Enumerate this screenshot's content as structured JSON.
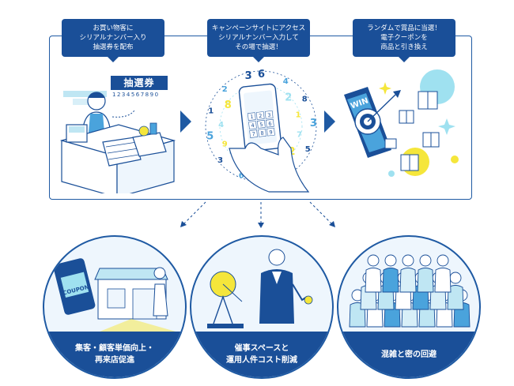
{
  "steps": [
    {
      "lines": [
        "お買い物客に",
        "シリアルナンバー入り",
        "抽選券を配布"
      ]
    },
    {
      "lines": [
        "キャンペーンサイトにアクセス",
        "シリアルナンバー入力して",
        "その場で抽選！"
      ]
    },
    {
      "lines": [
        "ランダムで賞品に当選！",
        "電子クーポンを",
        "商品と引き換え"
      ]
    }
  ],
  "ticket": {
    "title": "抽選券",
    "serial": "1234567890"
  },
  "phone_digits": [
    "1",
    "2",
    "3",
    "4",
    "5",
    "6",
    "7",
    "8",
    "9"
  ],
  "floating_numbers": [
    "6",
    "9",
    "4",
    "2",
    "8",
    "1",
    "3",
    "7",
    "5",
    "2",
    "8",
    "4",
    "7",
    "9",
    "6",
    "0",
    "3",
    "9",
    "5",
    "4",
    "1",
    "8",
    "2",
    "6",
    "3"
  ],
  "target_word": "WIN",
  "coupon_word": "COUPON",
  "benefits": [
    {
      "lines": [
        "集客・顧客単価向上・",
        "再来店促進"
      ]
    },
    {
      "lines": [
        "催事スペースと",
        "運用人件コスト削減"
      ]
    },
    {
      "lines": [
        "混雑と密の回避"
      ]
    }
  ],
  "colors": {
    "primary": "#1a4f98",
    "accent_yellow": "#f5e63b",
    "accent_cyan": "#9fe1f0"
  }
}
